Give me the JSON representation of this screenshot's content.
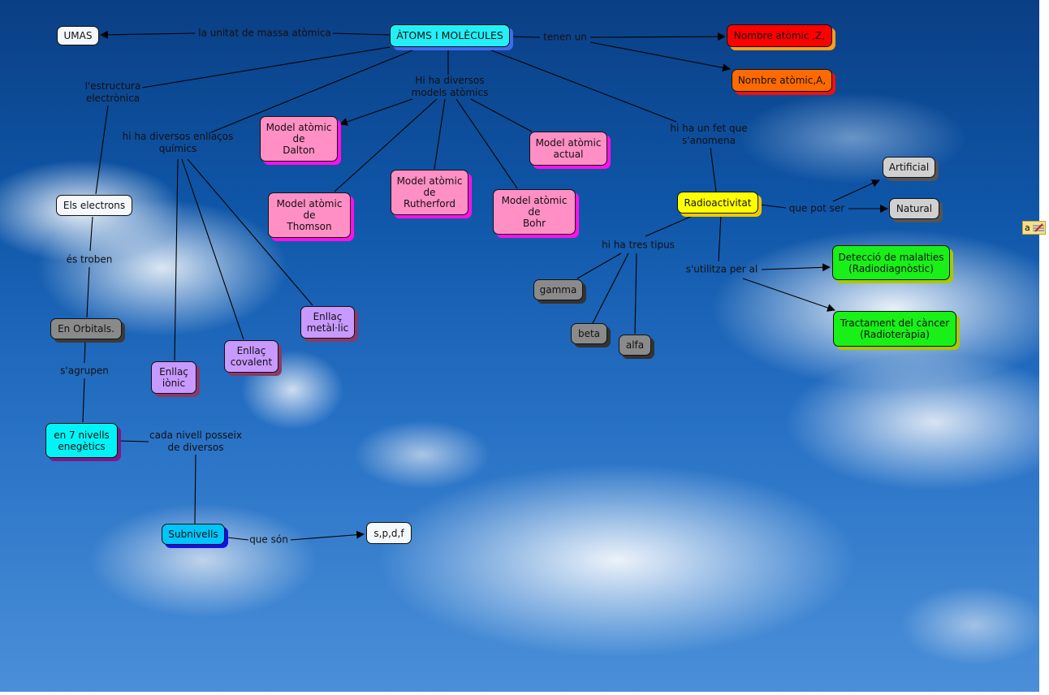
{
  "nodes": {
    "root": {
      "label": "ÀTOMS I MOLÈCULES"
    },
    "umas": {
      "label": "UMAS"
    },
    "z": {
      "label": "Nombre atòmic ,Z,"
    },
    "a": {
      "label": "Nombre atòmic,A,"
    },
    "dalton": {
      "label": "Model atòmic\nde\nDalton"
    },
    "thomson": {
      "label": "Model atòmic\nde\nThomson"
    },
    "rutherford": {
      "label": "Model atòmic\nde\nRutherford"
    },
    "bohr": {
      "label": "Model atòmic\nde\nBohr"
    },
    "actual": {
      "label": "Model atòmic\nactual"
    },
    "electrons": {
      "label": "Els electrons"
    },
    "orbitals": {
      "label": "En Orbitals."
    },
    "nivells": {
      "label": "en 7 nivells\nenegètics"
    },
    "subnivells": {
      "label": "Subnivells"
    },
    "spdf": {
      "label": "s,p,d,f"
    },
    "ionic": {
      "label": "Enllaç\niònic"
    },
    "covalent": {
      "label": "Enllaç\ncovalent"
    },
    "metallic": {
      "label": "Enllaç\nmetàl·lic"
    },
    "radio": {
      "label": "Radioactivitat"
    },
    "artificial": {
      "label": "Artificial"
    },
    "natural": {
      "label": "Natural"
    },
    "gamma": {
      "label": "gamma"
    },
    "beta": {
      "label": "beta"
    },
    "alfa": {
      "label": "alfa"
    },
    "deteccio": {
      "label": "Detecció de malalties\n(Radiodiagnòstic)"
    },
    "tractament": {
      "label": "Tractament del càncer\n(Radioteràpia)"
    }
  },
  "link_labels": {
    "massa": "la unitat de massa atòmica",
    "tenen": "tenen un",
    "estructura": "l'estructura\nelectrònica",
    "models": "Hi ha diversos\nmodels atòmics",
    "enllacos": "hi ha diversos enllaços\nquímics",
    "fet": "hi ha un fet que\ns'anomena",
    "troben": "és troben",
    "agrupen": "s'agrupen",
    "cada": "cada nivell posseix\nde diversos",
    "queson": "que són",
    "potser": "que pot ser",
    "tres": "hi ha tres tipus",
    "utilitza": "s'utilitza per al"
  },
  "icons": {
    "note": "annotation-note-icon"
  }
}
